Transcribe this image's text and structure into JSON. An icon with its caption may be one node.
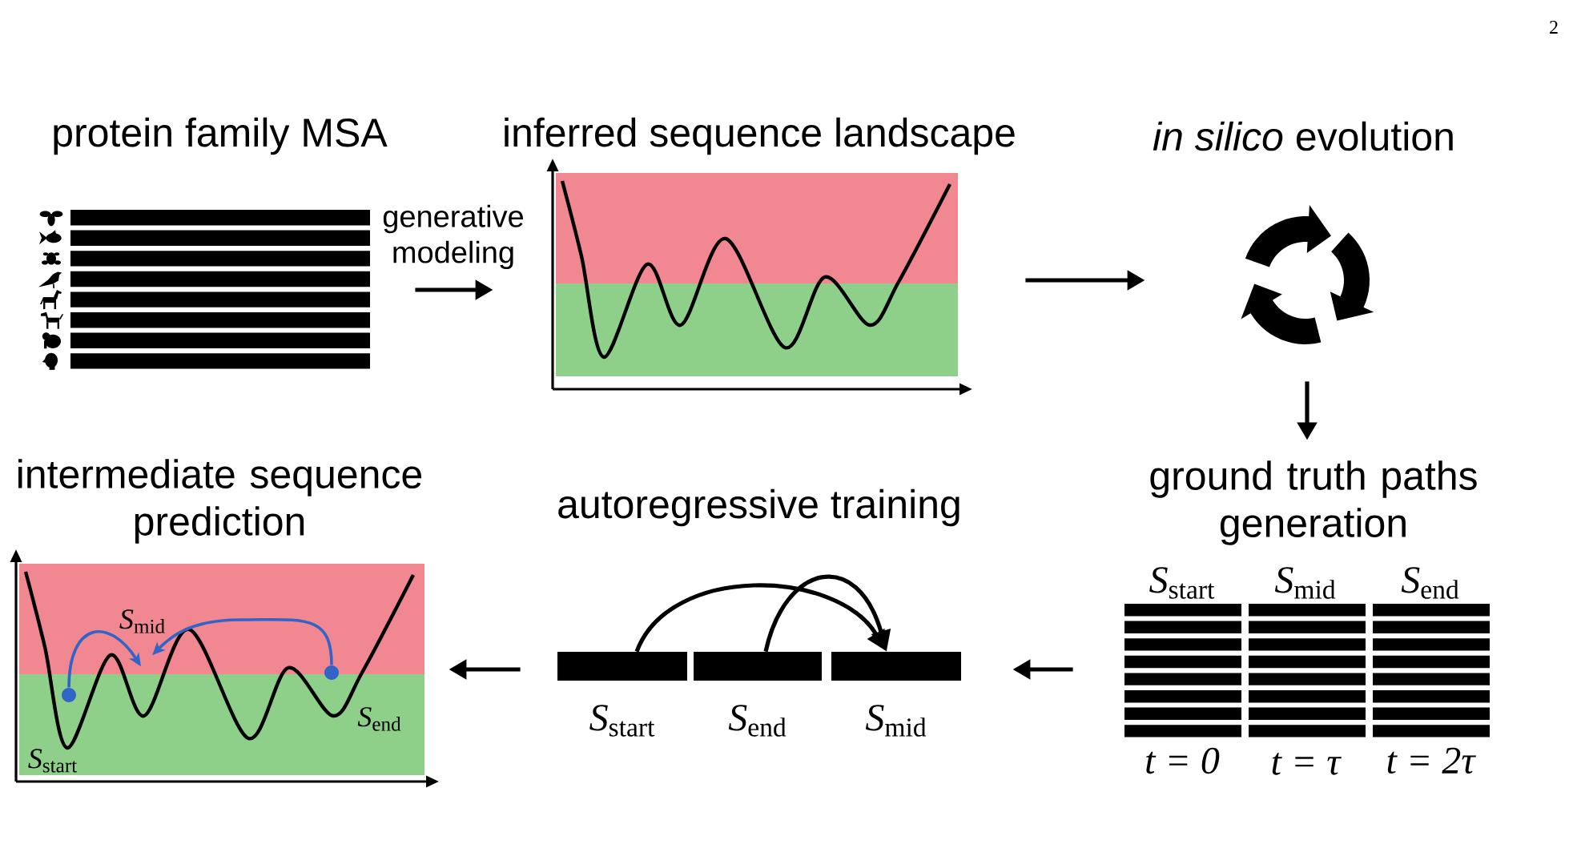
{
  "diagram": {
    "nodes": [
      {
        "text": [
          "protein family MSA"
        ]
      },
      {
        "text": [
          "inferred sequence landscape"
        ]
      },
      {
        "text": [
          "*in silico* evolution"
        ]
      },
      {
        "text": [
          "intermediate sequence prediction"
        ]
      },
      {
        "text": [],
        "shape": "circle",
        "beside": [
          "*S*$_{start}$"
        ],
        "in": 3
      },
      {
        "text": [
          "*S*$_{mid}$"
        ],
        "in": 3
      },
      {
        "text": [],
        "shape": "circle",
        "beside": [
          "*S*$_{end}$"
        ],
        "in": 3
      },
      {
        "text": [
          "autoregressive training"
        ]
      },
      {
        "text": [
          "*S*$_{start}$"
        ],
        "in": 7
      },
      {
        "text": [
          "*S*$_{end}$"
        ],
        "in": 7
      },
      {
        "text": [
          "*S*$_{mid}$"
        ],
        "in": 7
      },
      {
        "text": [
          "ground truth paths generation"
        ]
      }
    ],
    "edges": [
      {
        "from": 0,
        "to": 1,
        "arrow": "to",
        "label": "generative modeling"
      },
      {
        "from": 1,
        "to": 2,
        "arrow": "to"
      },
      {
        "from": 2,
        "to": 11,
        "arrow": "to"
      },
      {
        "from": 11,
        "to": 7,
        "arrow": "to"
      },
      {
        "from": 7,
        "to": 3,
        "arrow": "to"
      },
      {
        "from": 8,
        "to": 10,
        "arrow": "to"
      },
      {
        "from": 9,
        "to": 10,
        "arrow": "to"
      },
      {
        "from": 4,
        "to": 5,
        "arrow": "to",
        "color": "#3264c8"
      },
      {
        "from": 6,
        "to": 5,
        "arrow": "to",
        "color": "#3264c8"
      }
    ],
    "labels": [
      "2",
      "*S*$_{start}$",
      "*S*$_{mid}$",
      "*S*$_{end}$",
      "t = 0",
      "t = τ",
      "t = 2τ"
    ]
  }
}
